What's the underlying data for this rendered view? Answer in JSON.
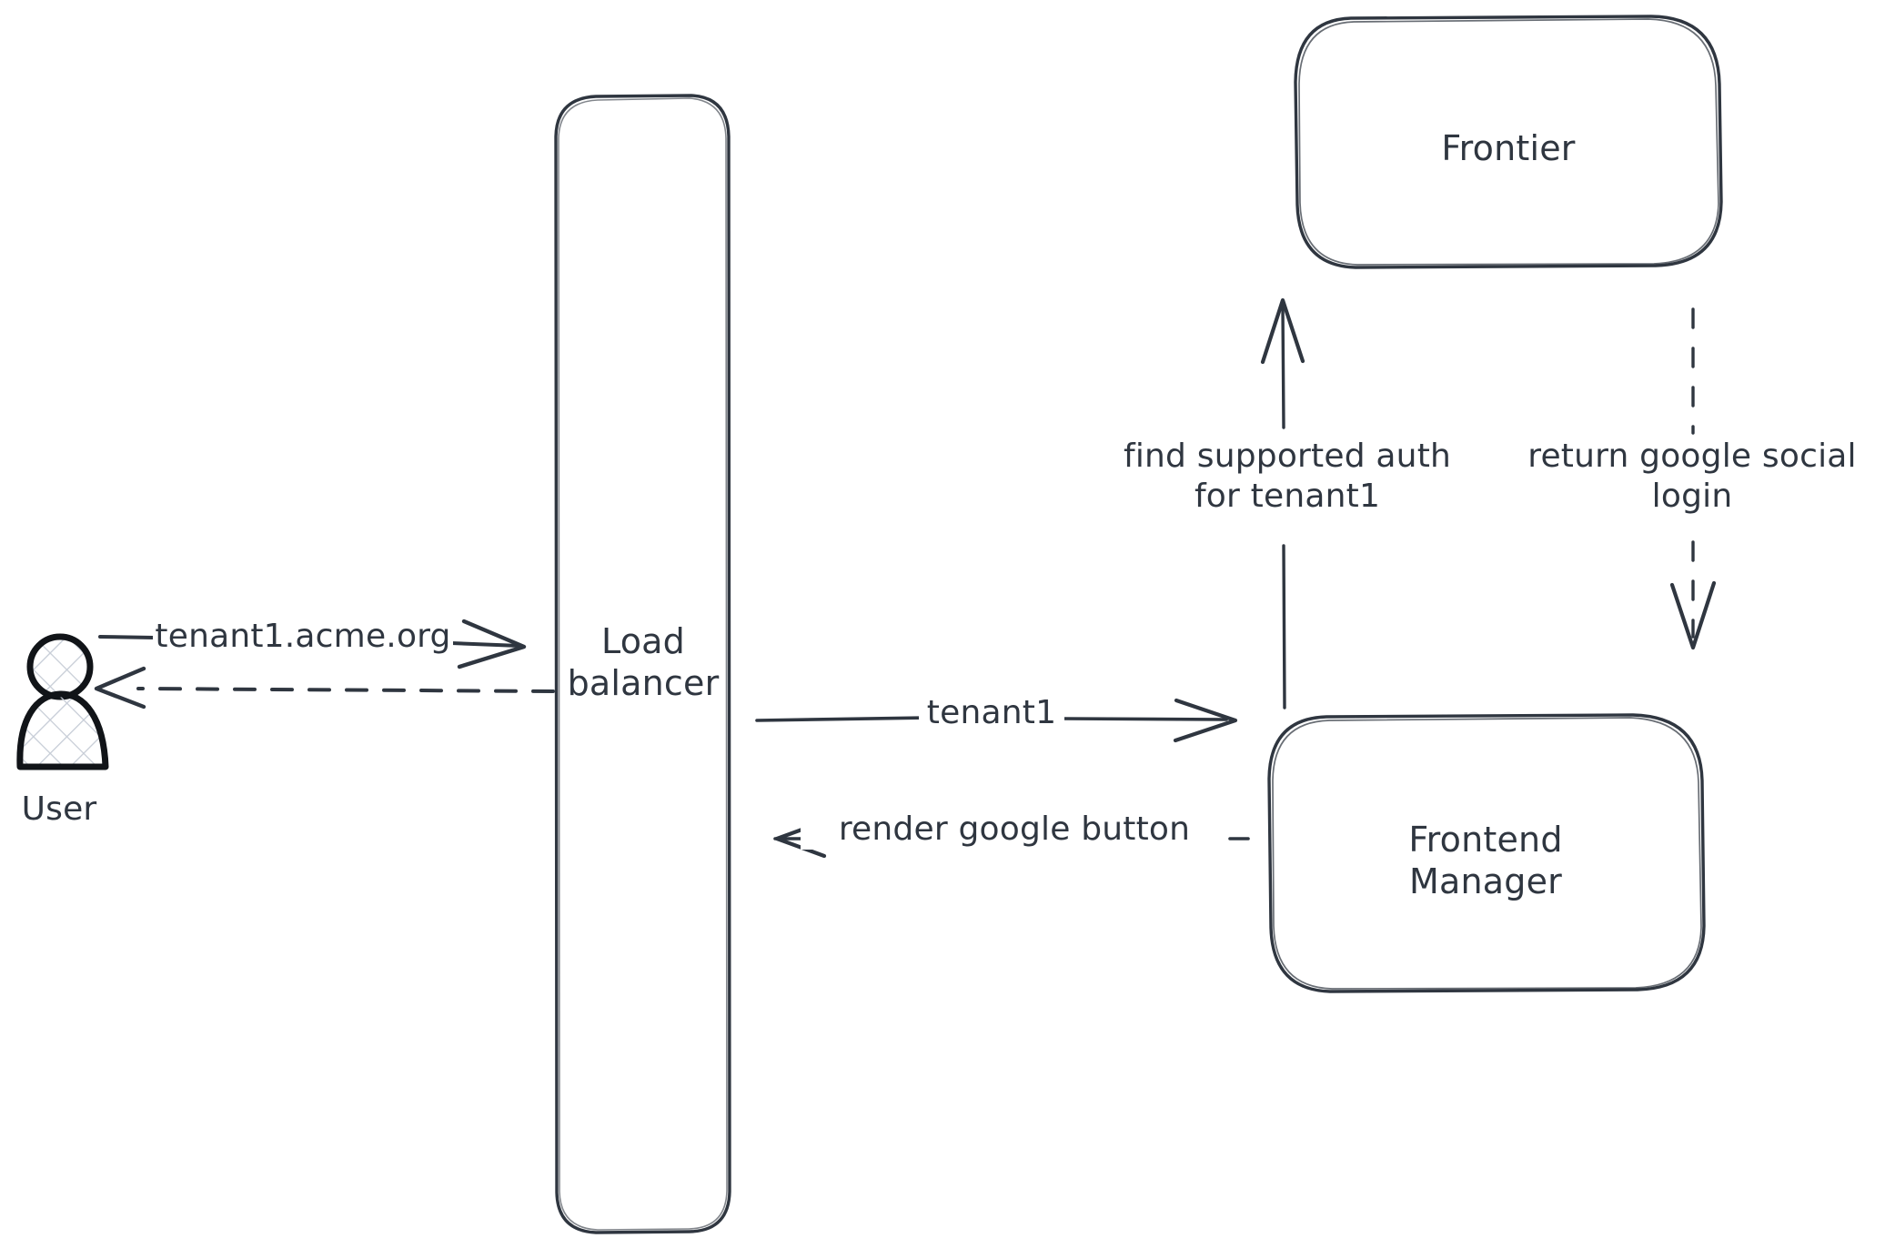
{
  "diagram": {
    "type": "sketch-flow-diagram",
    "background_color": "#ffffff",
    "stroke_color": "#2f3640",
    "nodes": [
      {
        "id": "user",
        "name": "user-actor",
        "label": "User",
        "shape": "actor",
        "fill": "cross-hatch"
      },
      {
        "id": "load-balancer",
        "name": "load-balancer-node",
        "label": "Load\nbalancer",
        "shape": "rounded-rect-tall"
      },
      {
        "id": "frontier",
        "name": "frontier-node",
        "label": "Frontier",
        "shape": "rounded-rect"
      },
      {
        "id": "frontend-manager",
        "name": "frontend-manager-node",
        "label": "Frontend\nManager",
        "shape": "rounded-rect"
      }
    ],
    "edges": [
      {
        "id": "user-to-lb",
        "label": "tenant1.acme.org",
        "from": "user",
        "to": "load-balancer",
        "style": "solid",
        "direction": "right"
      },
      {
        "id": "lb-to-user",
        "label": "",
        "from": "load-balancer",
        "to": "user",
        "style": "dashed",
        "direction": "left"
      },
      {
        "id": "lb-to-fm",
        "label": "tenant1",
        "from": "load-balancer",
        "to": "frontend-manager",
        "style": "solid",
        "direction": "right"
      },
      {
        "id": "fm-to-lb",
        "label": "render google button",
        "from": "frontend-manager",
        "to": "load-balancer",
        "style": "dashed",
        "direction": "left"
      },
      {
        "id": "fm-to-frontier",
        "label": "find supported auth\nfor tenant1",
        "from": "frontend-manager",
        "to": "frontier",
        "style": "solid",
        "direction": "up"
      },
      {
        "id": "frontier-to-fm",
        "label": "return google social\nlogin",
        "from": "frontier",
        "to": "frontend-manager",
        "style": "dashed",
        "direction": "down"
      }
    ]
  }
}
